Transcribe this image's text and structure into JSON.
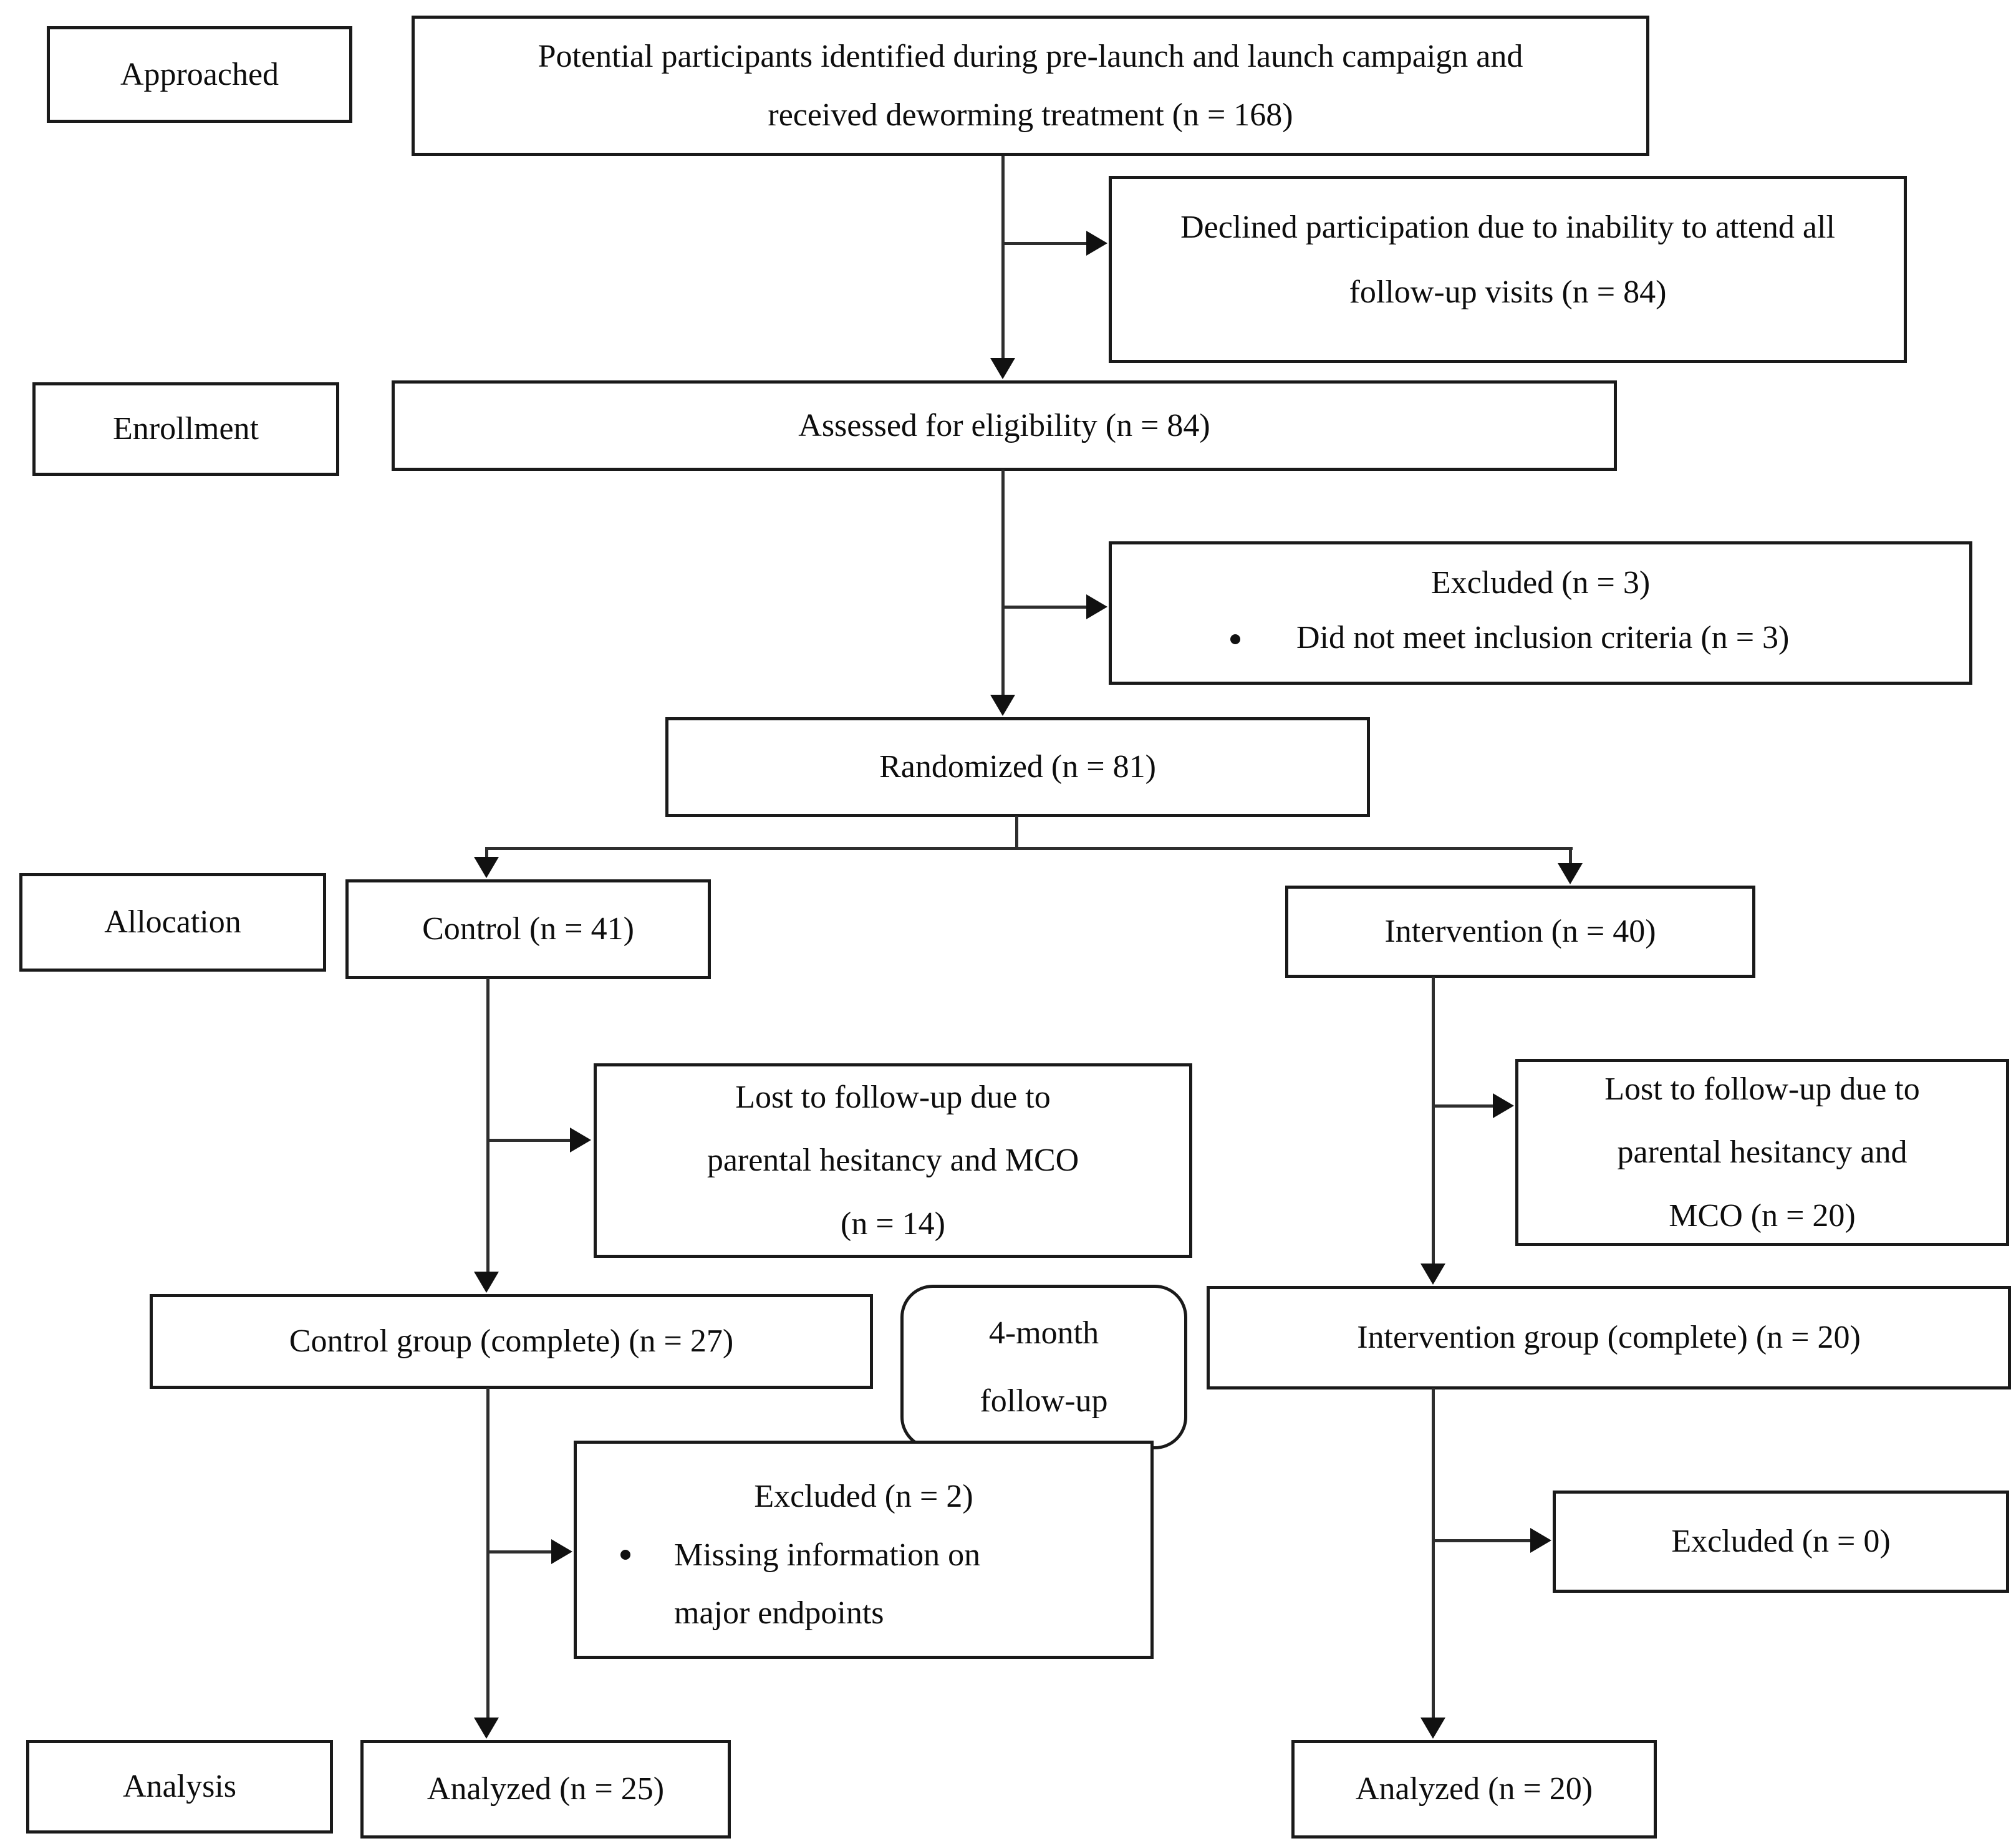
{
  "colors": {
    "ink": "#111111",
    "line": "#2e2e2e",
    "background": "#ffffff"
  },
  "stages": [
    {
      "label": "Approached"
    },
    {
      "label": "Enrollment"
    },
    {
      "label": "Allocation"
    },
    {
      "label": "Analysis"
    }
  ],
  "boxes": {
    "identified": "Potential participants identified during pre-launch and launch campaign and received deworming treatment (n = 168)",
    "declined": "Declined participation due to inability to attend all follow-up visits (n = 84)",
    "assessed": "Assessed for eligibility (n = 84)",
    "excluded_enrollment": {
      "title": "Excluded (n = 3)",
      "bullet": "Did not meet inclusion criteria (n = 3)"
    },
    "randomized": "Randomized (n = 81)",
    "control": "Control (n = 41)",
    "intervention": "Intervention (n = 40)",
    "lost_control": "Lost to follow-up due to parental hesitancy and MCO (n = 14)",
    "lost_intervention": "Lost to follow-up due to parental hesitancy and MCO (n = 20)",
    "control_complete": "Control group (complete) (n = 27)",
    "followup_note": "4-month follow-up",
    "intervention_complete": "Intervention group (complete) (n = 20)",
    "excluded_control": {
      "title": "Excluded (n = 2)",
      "bullet": "Missing information on major endpoints"
    },
    "excluded_intervention": "Excluded (n = 0)",
    "analyzed_control": "Analyzed (n = 25)",
    "analyzed_intervention": "Analyzed (n = 20)"
  }
}
